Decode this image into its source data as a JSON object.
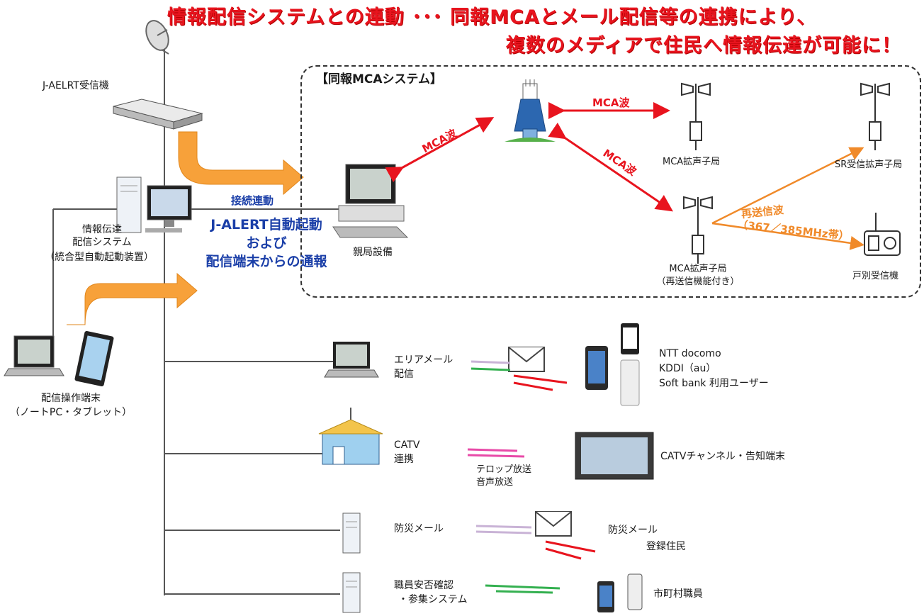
{
  "title": {
    "line1": "情報配信システムとの連動 ･･･ 同報MCAとメール配信等の連携により、",
    "line2": "複数のメディアで住民へ情報伝達が可能に！"
  },
  "left": {
    "jalert_receiver": "J-AELRT受信機",
    "distribution_system": [
      "情報伝達",
      "配信システム",
      "（統合型自動起動装置）"
    ],
    "terminal": [
      "配信操作端末",
      "（ノートPC・タブレット）"
    ]
  },
  "link": {
    "connection": "接続連動",
    "auto_start": [
      "J-ALERT自動起動",
      "および",
      "配信端末からの通報"
    ]
  },
  "mca": {
    "system_label": "【同報MCAシステム】",
    "base_station": "親局設備",
    "wave": "MCA波",
    "speaker_station": "MCA拡声子局",
    "sr_station": "SR受信拡声子局",
    "relay_station": [
      "MCA拡声子局",
      "（再送信機能付き）"
    ],
    "resend_wave": [
      "再送信波",
      "（367／385MHz帯）"
    ],
    "home_receiver": "戸別受信機"
  },
  "channels": [
    {
      "source": [
        "エリアメール",
        "配信"
      ],
      "target": [
        "NTT docomo",
        "KDDI（au）",
        "Soft bank 利用ユーザー"
      ]
    },
    {
      "source": [
        "CATV",
        "連携"
      ],
      "middle": [
        "テロップ放送",
        "音声放送"
      ],
      "target": [
        "CATVチャンネル・告知端末"
      ]
    },
    {
      "source": [
        "防災メール"
      ],
      "target": [
        "防災メール",
        "登録住民"
      ]
    },
    {
      "source": [
        "職員安否確認",
        "・参集システム"
      ],
      "target": [
        "市町村職員"
      ]
    }
  ],
  "colors": {
    "title_red": "#e8141e",
    "orange_arrow": "#f7a13a",
    "link_blue": "#1b3fa8",
    "mca_wave_red": "#e8141e",
    "resend_orange": "#f08a2a"
  }
}
